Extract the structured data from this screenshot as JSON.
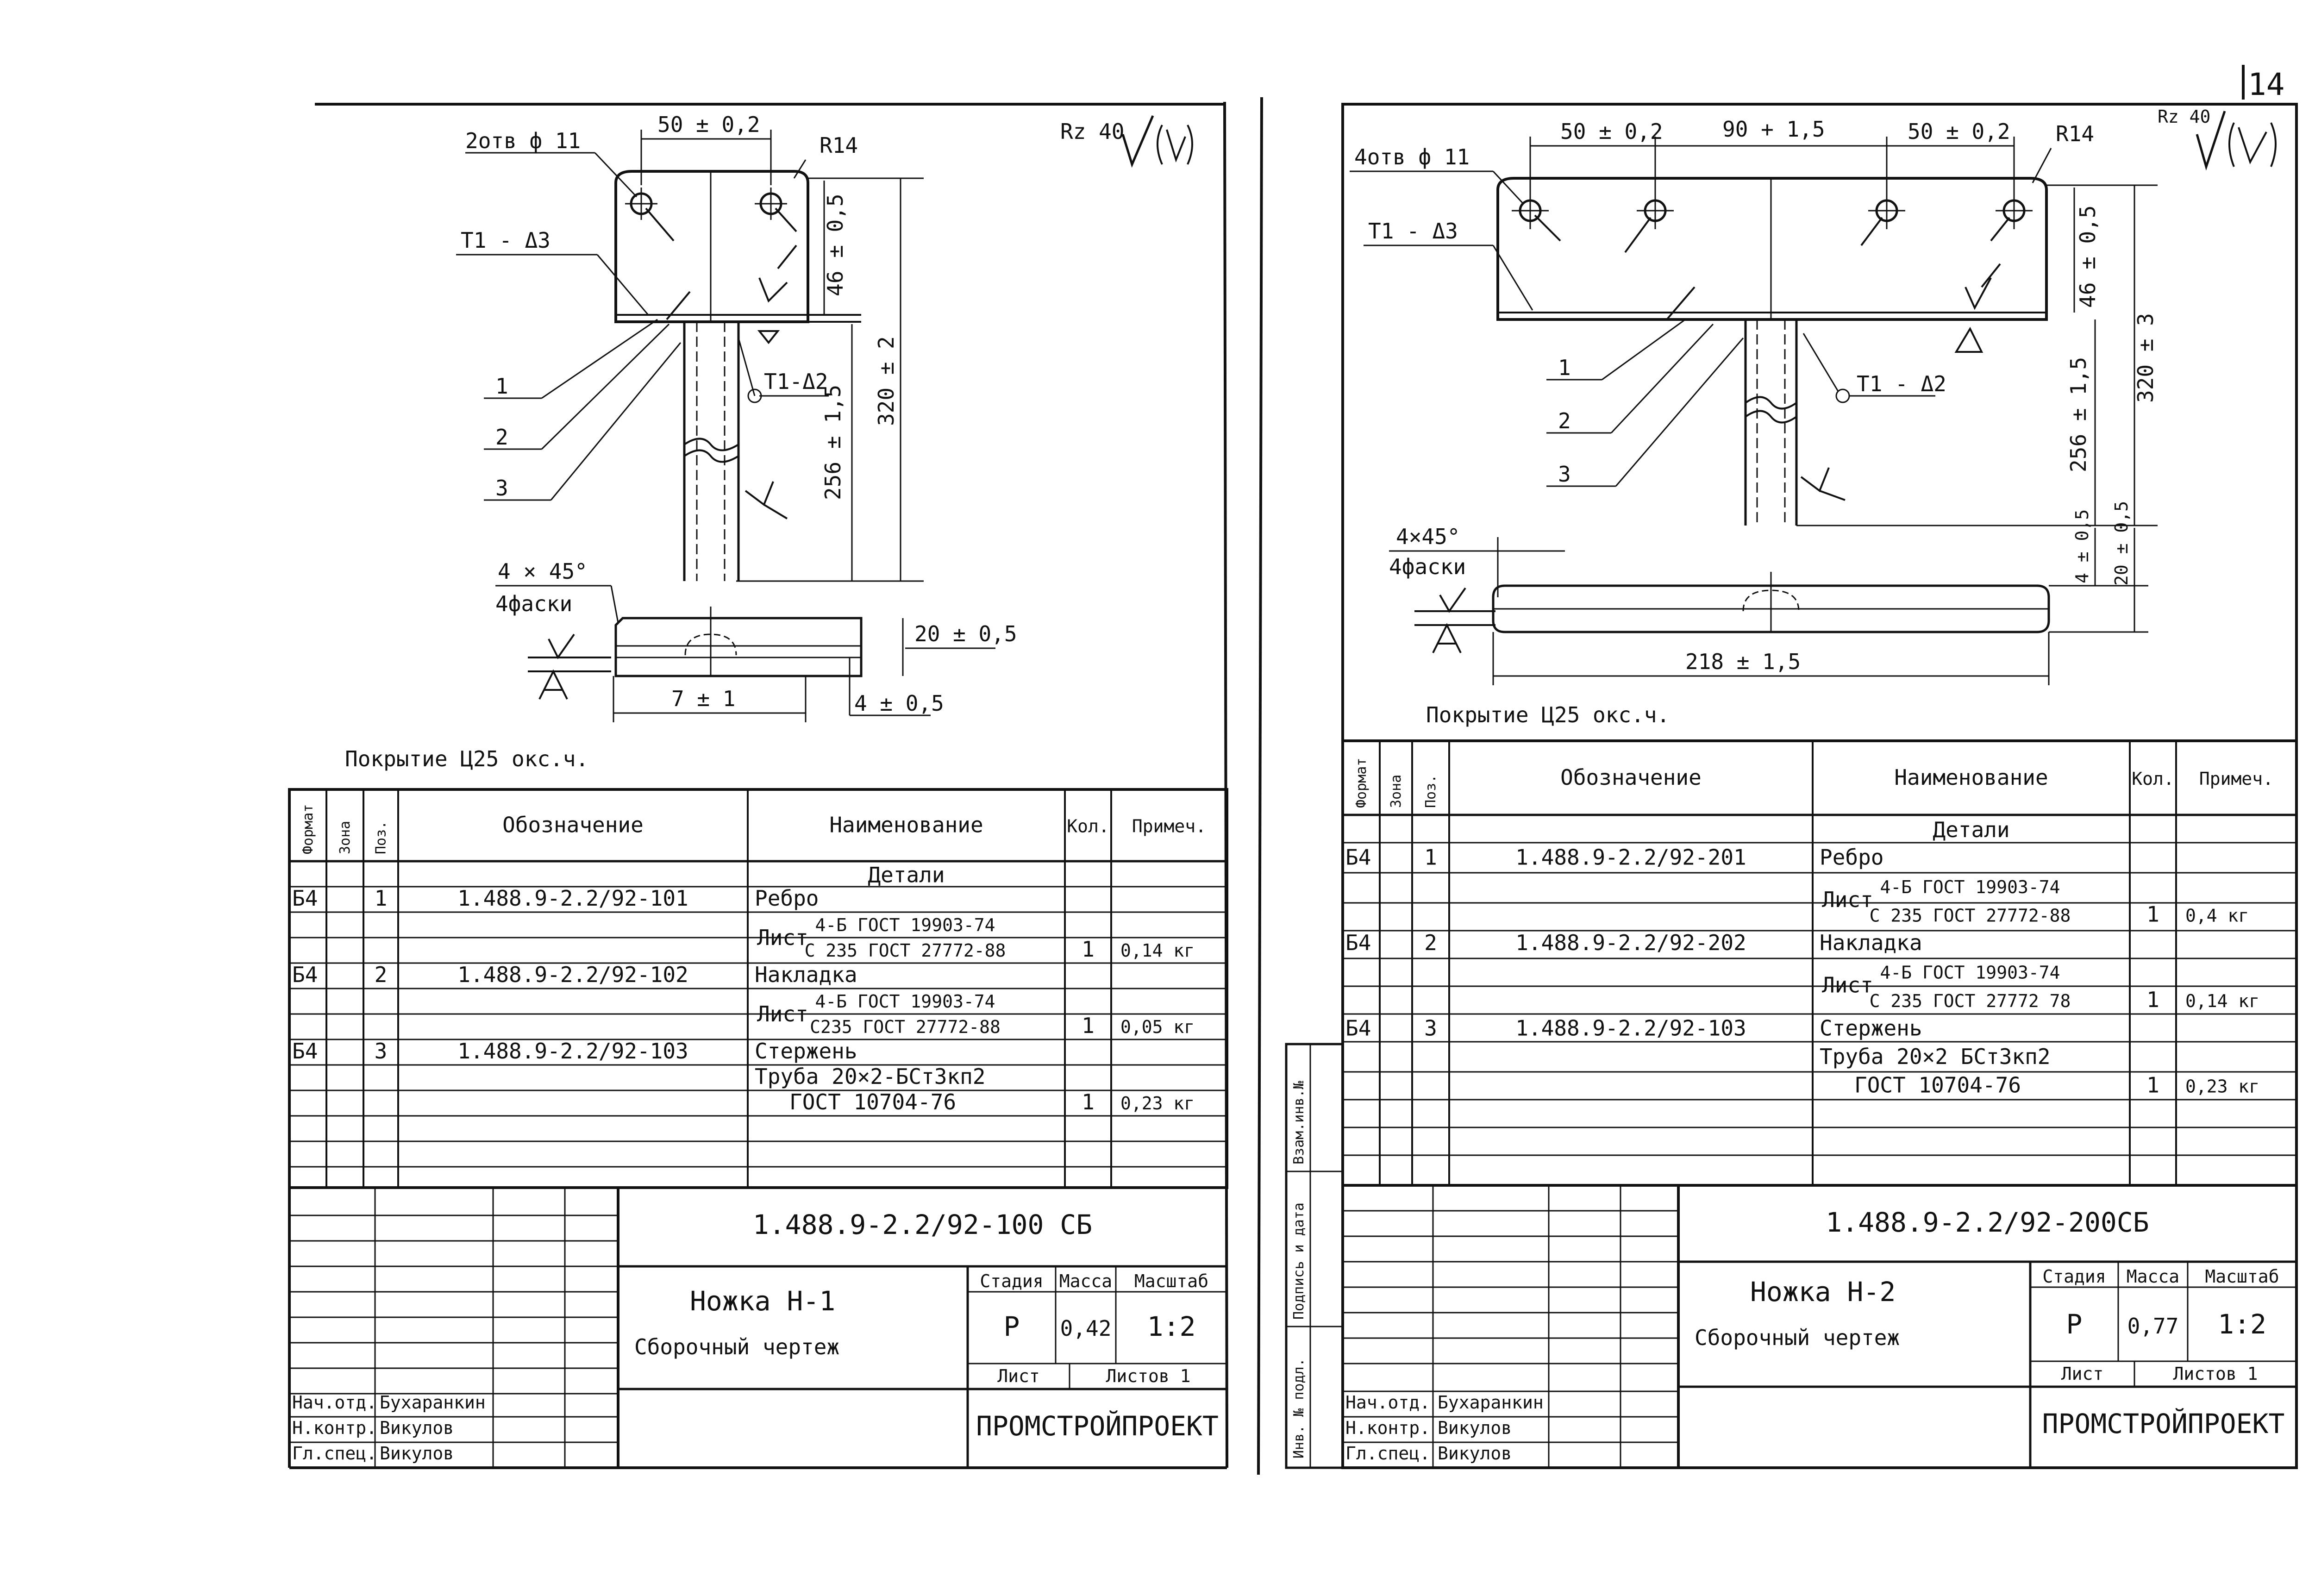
{
  "page_number": "14",
  "left": {
    "drawing": {
      "roughness": "Rz 40",
      "holes": "2отв ф 11",
      "dim_spacing": "50 ± 0,2",
      "radius": "R14",
      "weld_top": "Т1 - Δ3",
      "weld_stem": "Т1-Δ2",
      "dim_46": "46 ± 0,5",
      "dim_320": "320 ± 2",
      "dim_256": "256 ± 1,5",
      "chamfer": "4 × 45°",
      "chamfer_count": "4фаски",
      "dim_20": "20 ± 0,5",
      "dim_7": "7 ± 1",
      "dim_4": "4 ± 0,5",
      "pos1": "1",
      "pos2": "2",
      "pos3": "3"
    },
    "coating": "Покрытие Ц25 окс.ч.",
    "headers": [
      "Формат",
      "Зона",
      "Поз.",
      "Обозначение",
      "Наименование",
      "Кол.",
      "Примеч."
    ],
    "section_title": "Детали",
    "rows": [
      {
        "format": "Б4",
        "pos": "1",
        "designation": "1.488.9-2.2/92-101",
        "name": "Ребро",
        "name_top": "",
        "name_bottom": "",
        "qty": "",
        "note": ""
      },
      {
        "format": "",
        "pos": "",
        "designation": "",
        "name": "Лист",
        "name_top": "4-Б ГОСТ 19903-74",
        "name_bottom": "С 235 ГОСТ 27772-88",
        "qty": "1",
        "note": "0,14 кг"
      },
      {
        "format": "Б4",
        "pos": "2",
        "designation": "1.488.9-2.2/92-102",
        "name": "Накладка",
        "name_top": "",
        "name_bottom": "",
        "qty": "",
        "note": ""
      },
      {
        "format": "",
        "pos": "",
        "designation": "",
        "name": "Лист",
        "name_top": "4-Б ГОСТ 19903-74",
        "name_bottom": "С235 ГОСТ 27772-88",
        "qty": "1",
        "note": "0,05 кг"
      },
      {
        "format": "Б4",
        "pos": "3",
        "designation": "1.488.9-2.2/92-103",
        "name": "Стержень",
        "name_top": "",
        "name_bottom": "",
        "qty": "",
        "note": ""
      },
      {
        "format": "",
        "pos": "",
        "designation": "",
        "name": "Труба 20×2-БСт3кп2",
        "name_top": "",
        "name_bottom": "",
        "qty": "",
        "note": ""
      },
      {
        "format": "",
        "pos": "",
        "designation": "",
        "name": "ГОСТ 10704-76",
        "name_top": "",
        "name_bottom": "",
        "qty": "1",
        "note": "0,23 кг"
      }
    ],
    "title_block": {
      "doc_code": "1.488.9-2.2/92-100 СБ",
      "title": "Ножка Н-1",
      "subtitle": "Сборочный чертеж",
      "stage_label": "Стадия",
      "mass_label": "Масса",
      "scale_label": "Масштаб",
      "stage": "Р",
      "mass": "0,42",
      "scale": "1:2",
      "sheet_label": "Лист",
      "sheets_label": "Листов 1",
      "org": "ПРОМСТРОЙПРОЕКТ",
      "signers": [
        {
          "role": "Нач.отд.",
          "name": "Бухаранкин"
        },
        {
          "role": "Н.контр.",
          "name": "Викулов"
        },
        {
          "role": "Гл.спец.",
          "name": "Викулов"
        }
      ]
    }
  },
  "right": {
    "drawing": {
      "roughness": "Rz 40",
      "holes": "4отв ф 11",
      "dim_a": "50 ± 0,2",
      "dim_b": "90 + 1,5",
      "dim_c": "50 ± 0,2",
      "radius": "R14",
      "weld_top": "Т1 - Δ3",
      "weld_stem": "Т1 - Δ2",
      "dim_46": "46 ± 0,5",
      "dim_320": "320 ± 3",
      "dim_256": "256 ± 1,5",
      "chamfer": "4×45°",
      "chamfer_count": "4фаски",
      "dim_4": "4 ± 0,5",
      "dim_20": "20 ± 0,5",
      "dim_218": "218 ± 1,5",
      "pos1": "1",
      "pos2": "2",
      "pos3": "3"
    },
    "coating": "Покрытие Ц25 окс.ч.",
    "headers": [
      "Формат",
      "Зона",
      "Поз.",
      "Обозначение",
      "Наименование",
      "Кол.",
      "Примеч."
    ],
    "section_title": "Детали",
    "rows": [
      {
        "format": "Б4",
        "pos": "1",
        "designation": "1.488.9-2.2/92-201",
        "name": "Ребро",
        "name_top": "",
        "name_bottom": "",
        "qty": "",
        "note": ""
      },
      {
        "format": "",
        "pos": "",
        "designation": "",
        "name": "Лист",
        "name_top": "4-Б ГОСТ 19903-74",
        "name_bottom": "С 235 ГОСТ 27772-88",
        "qty": "1",
        "note": "0,4 кг"
      },
      {
        "format": "Б4",
        "pos": "2",
        "designation": "1.488.9-2.2/92-202",
        "name": "Накладка",
        "name_top": "",
        "name_bottom": "",
        "qty": "",
        "note": ""
      },
      {
        "format": "",
        "pos": "",
        "designation": "",
        "name": "Лист",
        "name_top": "4-Б ГОСТ 19903-74",
        "name_bottom": "С 235 ГОСТ 27772 78",
        "qty": "1",
        "note": "0,14 кг"
      },
      {
        "format": "Б4",
        "pos": "3",
        "designation": "1.488.9-2.2/92-103",
        "name": "Стержень",
        "name_top": "",
        "name_bottom": "",
        "qty": "",
        "note": ""
      },
      {
        "format": "",
        "pos": "",
        "designation": "",
        "name": "Труба 20×2 БСт3кп2",
        "name_top": "",
        "name_bottom": "",
        "qty": "",
        "note": ""
      },
      {
        "format": "",
        "pos": "",
        "designation": "",
        "name": "ГОСТ 10704-76",
        "name_top": "",
        "name_bottom": "",
        "qty": "1",
        "note": "0,23 кг"
      }
    ],
    "title_block": {
      "doc_code": "1.488.9-2.2/92-200СБ",
      "title": "Ножка Н-2",
      "subtitle": "Сборочный чертеж",
      "stage_label": "Стадия",
      "mass_label": "Масса",
      "scale_label": "Масштаб",
      "stage": "Р",
      "mass": "0,77",
      "scale": "1:2",
      "sheet_label": "Лист",
      "sheets_label": "Листов 1",
      "org": "ПРОМСТРОЙПРОЕКТ",
      "signers": [
        {
          "role": "Нач.отд.",
          "name": "Бухаранкин"
        },
        {
          "role": "Н.контр.",
          "name": "Викулов"
        },
        {
          "role": "Гл.спец.",
          "name": "Викулов"
        }
      ]
    },
    "side_labels": [
      "Инв. № подл.",
      "Подпись и дата",
      "Взам.инв.№"
    ]
  }
}
